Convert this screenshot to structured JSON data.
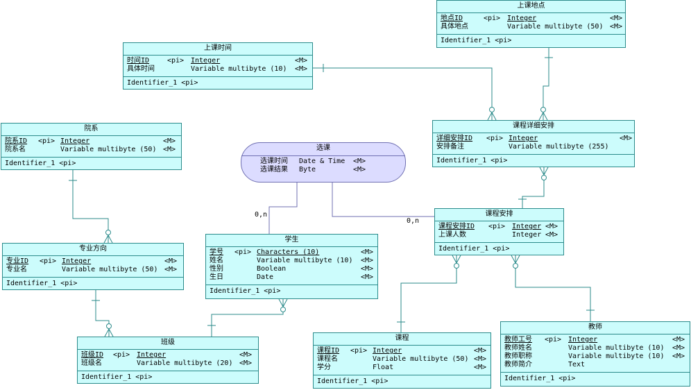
{
  "entities": {
    "didian": {
      "title": "上课地点",
      "attrs": [
        {
          "name": "地点ID",
          "pi": "<pi>",
          "type": "Integer",
          "m": "<M>",
          "pk": true
        },
        {
          "name": "具体地点",
          "pi": "",
          "type": "Variable multibyte (50)",
          "m": "<M>",
          "pk": false
        }
      ],
      "identifier": "Identifier_1  <pi>"
    },
    "shijian": {
      "title": "上课时间",
      "attrs": [
        {
          "name": "时间ID",
          "pi": "<pi>",
          "type": "Integer",
          "m": "<M>",
          "pk": true
        },
        {
          "name": "具体时间",
          "pi": "",
          "type": "Variable multibyte (10)",
          "m": "<M>",
          "pk": false
        }
      ],
      "identifier": "Identifier_1  <pi>"
    },
    "yuanxi": {
      "title": "院系",
      "attrs": [
        {
          "name": "院系ID",
          "pi": "<pi>",
          "type": "Integer",
          "m": "<M>",
          "pk": true
        },
        {
          "name": "院系名",
          "pi": "",
          "type": "Variable multibyte (50)",
          "m": "<M>",
          "pk": false
        }
      ],
      "identifier": "Identifier_1  <pi>"
    },
    "xiangxi": {
      "title": "课程详细安排",
      "attrs": [
        {
          "name": "详细安排ID",
          "pi": "<pi>",
          "type": "Integer",
          "m": "<M>",
          "pk": true
        },
        {
          "name": "安排备注",
          "pi": "",
          "type": "Variable multibyte (255)",
          "m": "",
          "pk": false
        }
      ],
      "identifier": "Identifier_1  <pi>"
    },
    "anpai": {
      "title": "课程安排",
      "attrs": [
        {
          "name": "课程安排ID",
          "pi": "<pi>",
          "type": "Integer",
          "m": "<M>",
          "pk": true
        },
        {
          "name": "上课人数",
          "pi": "",
          "type": "Integer",
          "m": "<M>",
          "pk": false
        }
      ],
      "identifier": "Identifier_1  <pi>"
    },
    "zhuanye": {
      "title": "专业方向",
      "attrs": [
        {
          "name": "专业ID",
          "pi": "<pi>",
          "type": "Integer",
          "m": "<M>",
          "pk": true
        },
        {
          "name": "专业名",
          "pi": "",
          "type": "Variable multibyte (50)",
          "m": "<M>",
          "pk": false
        }
      ],
      "identifier": "Identifier_1  <pi>"
    },
    "xuesheng": {
      "title": "学生",
      "attrs": [
        {
          "name": "学号",
          "pi": "<pi>",
          "type": "Characters (10)",
          "m": "<M>",
          "pk": true
        },
        {
          "name": "姓名",
          "pi": "",
          "type": "Variable multibyte (10)",
          "m": "<M>",
          "pk": false
        },
        {
          "name": "性别",
          "pi": "",
          "type": "Boolean",
          "m": "<M>",
          "pk": false
        },
        {
          "name": "生日",
          "pi": "",
          "type": "Date",
          "m": "<M>",
          "pk": false
        }
      ],
      "identifier": "Identifier_1  <pi>"
    },
    "banji": {
      "title": "班级",
      "attrs": [
        {
          "name": "班级ID",
          "pi": "<pi>",
          "type": "Integer",
          "m": "<M>",
          "pk": true
        },
        {
          "name": "班级名",
          "pi": "",
          "type": "Variable multibyte (20)",
          "m": "<M>",
          "pk": false
        }
      ],
      "identifier": "Identifier_1  <pi>"
    },
    "kecheng": {
      "title": "课程",
      "attrs": [
        {
          "name": "课程ID",
          "pi": "<pi>",
          "type": "Integer",
          "m": "<M>",
          "pk": true
        },
        {
          "name": "课程名",
          "pi": "",
          "type": "Variable multibyte (50)",
          "m": "<M>",
          "pk": false
        },
        {
          "name": "学分",
          "pi": "",
          "type": "Float",
          "m": "<M>",
          "pk": false
        }
      ],
      "identifier": "Identifier_1  <pi>"
    },
    "jiaoshi": {
      "title": "教师",
      "attrs": [
        {
          "name": "教师工号",
          "pi": "<pi>",
          "type": "Integer",
          "m": "<M>",
          "pk": true
        },
        {
          "name": "教师姓名",
          "pi": "",
          "type": "Variable multibyte (10)",
          "m": "<M>",
          "pk": false
        },
        {
          "name": "教师职称",
          "pi": "",
          "type": "Variable multibyte (10)",
          "m": "<M>",
          "pk": false
        },
        {
          "name": "教师简介",
          "pi": "",
          "type": "Text",
          "m": "",
          "pk": false
        }
      ],
      "identifier": "Identifier_1  <pi>"
    }
  },
  "relationship": {
    "title": "选课",
    "attrs": [
      {
        "name": "选课时间",
        "type": "Date & Time",
        "m": "<M>"
      },
      {
        "name": "选课结果",
        "type": "Byte",
        "m": "<M>"
      }
    ],
    "card_left": "0,n",
    "card_right": "0,n"
  },
  "colors": {
    "entity_fill": "#ccfcfc",
    "entity_border": "#2a8a8a",
    "rel_fill": "#dcdcff",
    "rel_border": "#6f6fb2",
    "link": "#2a8a8a",
    "rel_link": "#6f6fb2"
  }
}
